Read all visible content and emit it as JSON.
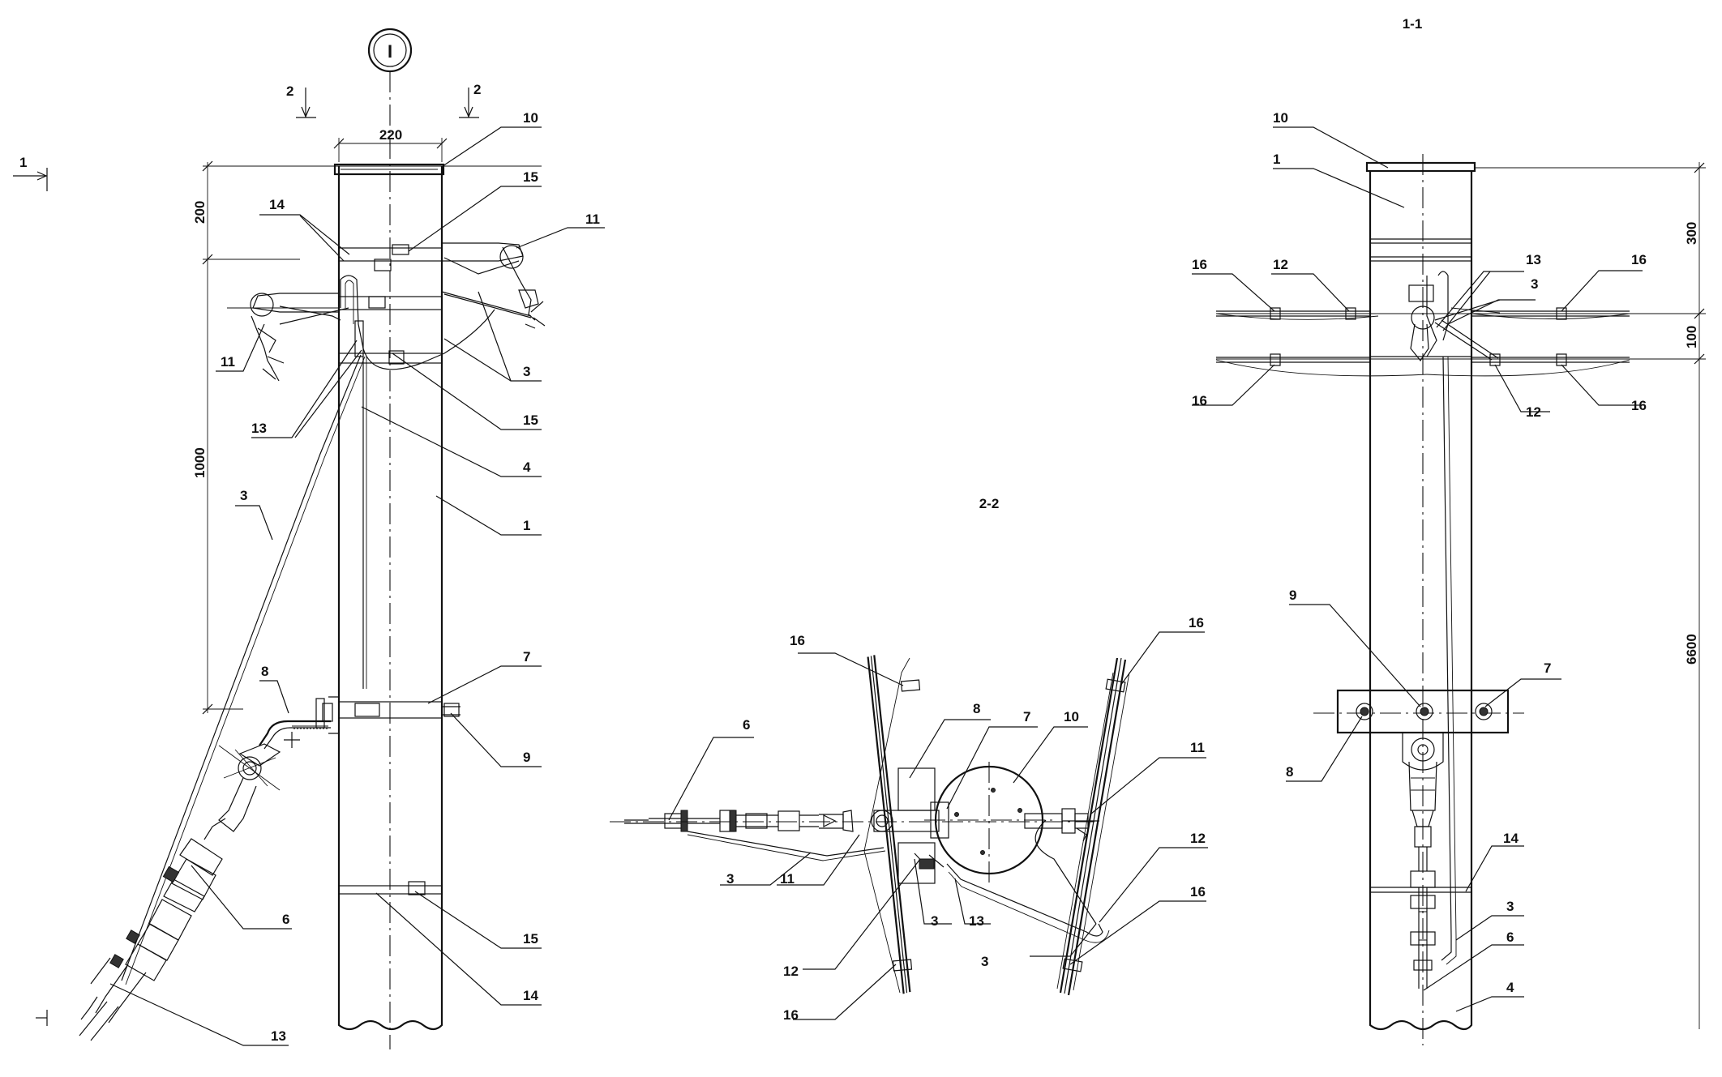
{
  "views": {
    "left": {
      "axis_mark": "I",
      "section_cut_2_left": "2",
      "section_cut_2_right": "2",
      "section_cut_1": "1",
      "dims": {
        "width": "220",
        "top": "200",
        "middle": "1000"
      },
      "callouts": [
        "10",
        "15",
        "11",
        "14",
        "3",
        "15",
        "11",
        "13",
        "4",
        "1",
        "3",
        "7",
        "8",
        "9",
        "6",
        "15",
        "14",
        "13"
      ]
    },
    "section_2_2": {
      "title": "2-2",
      "callouts": [
        "16",
        "16",
        "6",
        "8",
        "7",
        "10",
        "11",
        "3",
        "11",
        "3",
        "13",
        "12",
        "3",
        "12",
        "16",
        "16"
      ]
    },
    "section_1_1": {
      "title": "1-1",
      "dims": {
        "top": "300",
        "middle": "100",
        "overall": "6600"
      },
      "callouts": [
        "10",
        "1",
        "16",
        "12",
        "13",
        "3",
        "16",
        "16",
        "12",
        "16",
        "9",
        "7",
        "8",
        "14",
        "3",
        "6",
        "4"
      ]
    }
  }
}
